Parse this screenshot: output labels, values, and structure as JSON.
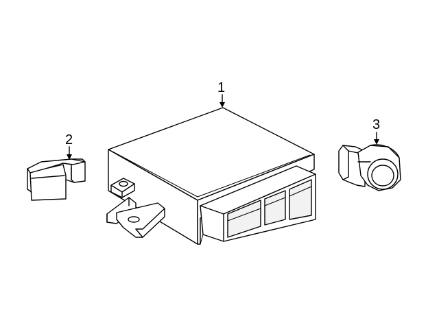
{
  "callouts": {
    "module": "1",
    "clip": "2",
    "sensor": "3"
  },
  "colors": {
    "line": "#000000",
    "background": "#ffffff"
  }
}
